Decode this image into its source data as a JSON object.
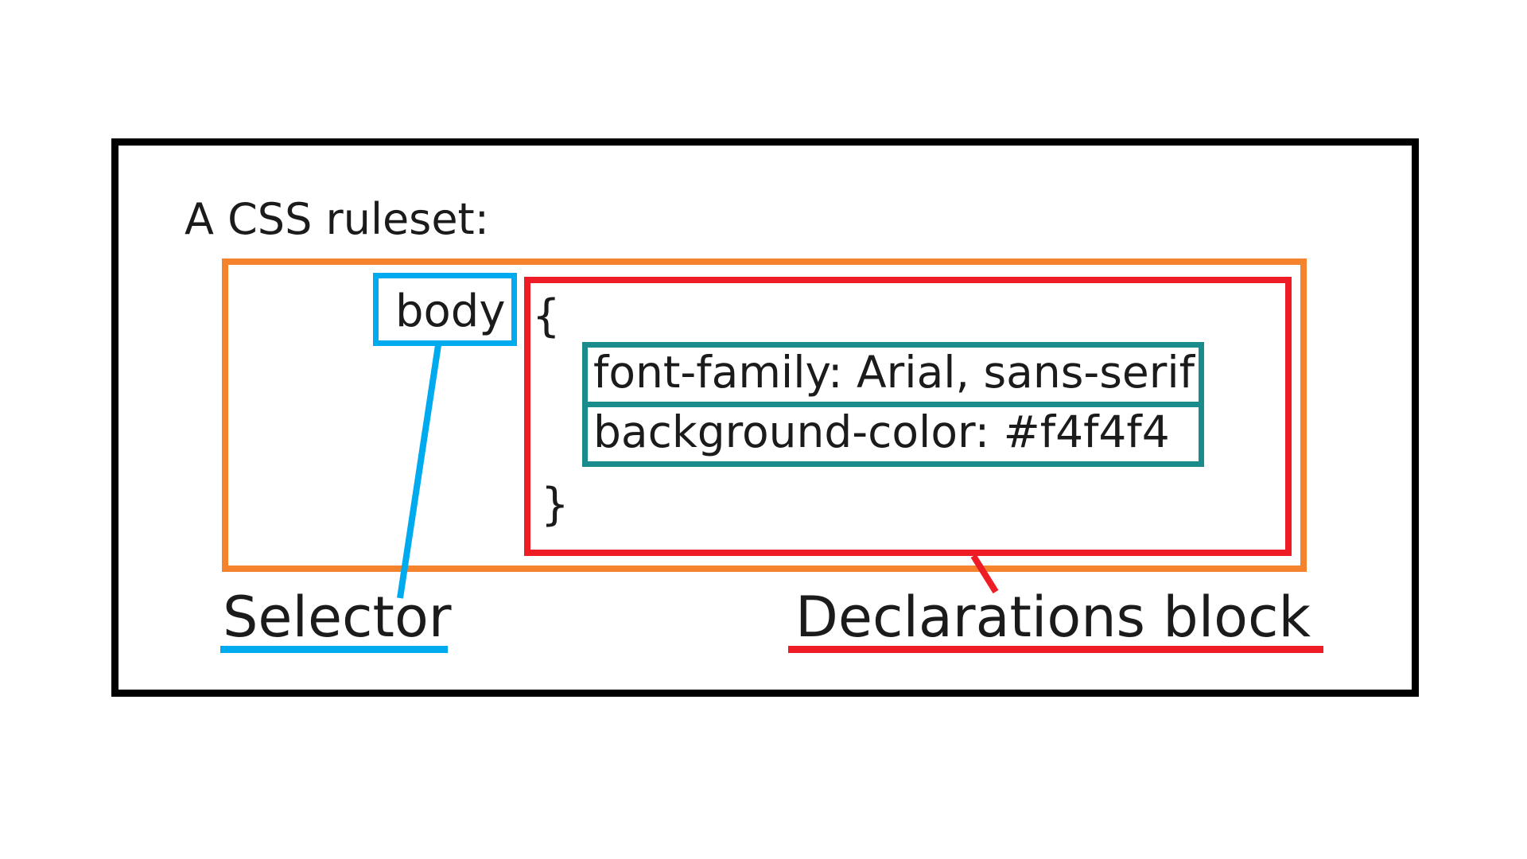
{
  "diagram": {
    "heading": "A CSS ruleset:",
    "selector_text": "body",
    "brace_open": "{",
    "brace_close": "}",
    "declarations": [
      "font-family: Arial, sans-serif",
      "background-color: #f4f4f4"
    ],
    "labels": {
      "selector": "Selector",
      "declarations_block": "Declarations block"
    },
    "colors": {
      "frame": "#000000",
      "ruleset": "#f5822d",
      "selector": "#00aaee",
      "declarations_block": "#ee1c25",
      "declaration": "#1a8c8c"
    }
  }
}
